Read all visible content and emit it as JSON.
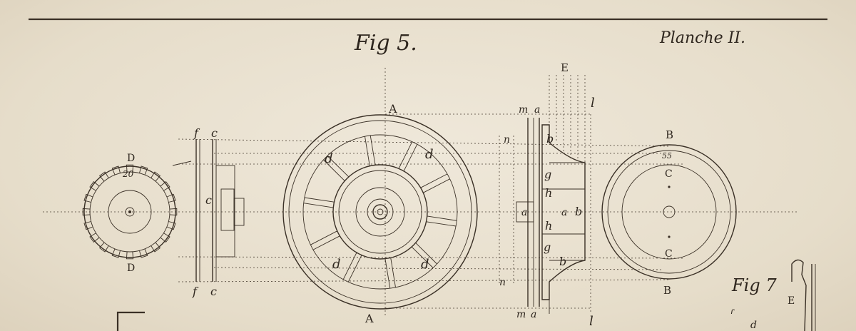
{
  "header": {
    "figure_title": "Fig 5.",
    "plate_title": "Planche II."
  },
  "labels": {
    "A_top": "A",
    "A_bottom": "A",
    "D_top": "D",
    "D_bottom": "D",
    "num_20": "20",
    "f_top": "f",
    "c_top": "c",
    "c_mid": "c",
    "f_bottom": "f",
    "c_bottom": "c",
    "d_ul": "d",
    "d_ur": "d",
    "d_ll": "d",
    "d_lr": "d",
    "m_top": "m",
    "a_top": "a",
    "m_bottom": "m",
    "a_bottom": "a",
    "E_top": "E",
    "l_top": "l",
    "l_bottom": "l",
    "n_top": "n",
    "n_bottom": "n",
    "b_top": "b",
    "g_top": "g",
    "h_top": "h",
    "a_box": "a",
    "a_mid": "a",
    "b_mid": "b",
    "h_bottom": "h",
    "g_bottom": "g",
    "b_bottom": "b",
    "B_top": "B",
    "num_55": "55",
    "C_top": "C",
    "C_bottom": "C",
    "B_bottom": "B",
    "fig7": "Fig 7",
    "E_fig7": "E",
    "s_fig7": "ɾ",
    "d_fig7": "d"
  }
}
